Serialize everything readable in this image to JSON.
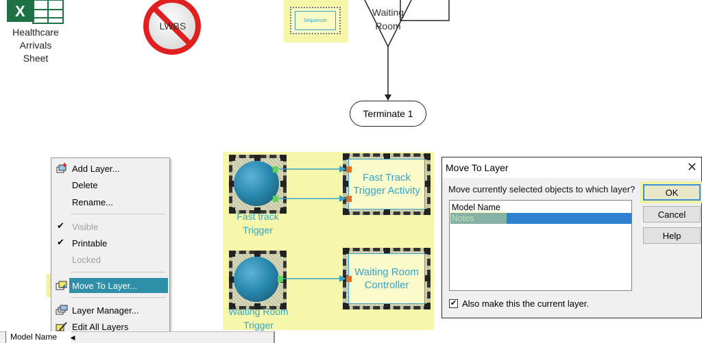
{
  "canvas": {
    "arrivals_label": "Healthcare\nArrivals\nSheet",
    "lwbs_label": "LWBS",
    "sequencer_label": "Sequencer",
    "waiting_room_label": "Waiting\nRoom",
    "terminate_label": "Terminate 1",
    "fast_track_trigger_label": "Fast track\nTrigger",
    "fast_track_activity_label": "Fast Track\nTrigger Activity",
    "waiting_room_trigger_label": "Waiting Room\nTrigger",
    "waiting_room_controller_label": "Waiting Room\nController"
  },
  "context_menu": {
    "items": [
      {
        "label": "Add Layer...",
        "icon": "add-layer-icon",
        "enabled": true
      },
      {
        "label": "Delete",
        "enabled": true
      },
      {
        "label": "Rename...",
        "enabled": true
      },
      {
        "label": "Visible",
        "checked": true,
        "enabled": false
      },
      {
        "label": "Printable",
        "checked": true,
        "enabled": true
      },
      {
        "label": "Locked",
        "checked": false,
        "enabled": false
      },
      {
        "label": "Move To Layer...",
        "icon": "move-to-layer-icon",
        "enabled": true,
        "active": true
      },
      {
        "label": "Layer Manager...",
        "icon": "layer-manager-icon",
        "enabled": true
      },
      {
        "label": "Edit All Layers",
        "icon": "edit-all-layers-icon",
        "enabled": true
      }
    ],
    "check_mark": "✔"
  },
  "dialog": {
    "title": "Move To Layer",
    "close_glyph": "✕",
    "prompt": "Move currently selected objects to which layer?",
    "layers": [
      "Model Name",
      "Notes"
    ],
    "selected_layer": "Notes",
    "ok_label": "OK",
    "cancel_label": "Cancel",
    "help_label": "Help",
    "checkbox_label": "Also make this the current layer.",
    "checkbox_checked": true,
    "checkbox_glyph": "✔"
  },
  "tabs": {
    "active_tab": "Model Name",
    "arrow": "◀"
  },
  "colors": {
    "highlight": "#f7f7ab",
    "accent_blue": "#39a3c7",
    "menu_active": "#2f8fa8",
    "list_selection": "#2f80d0"
  }
}
